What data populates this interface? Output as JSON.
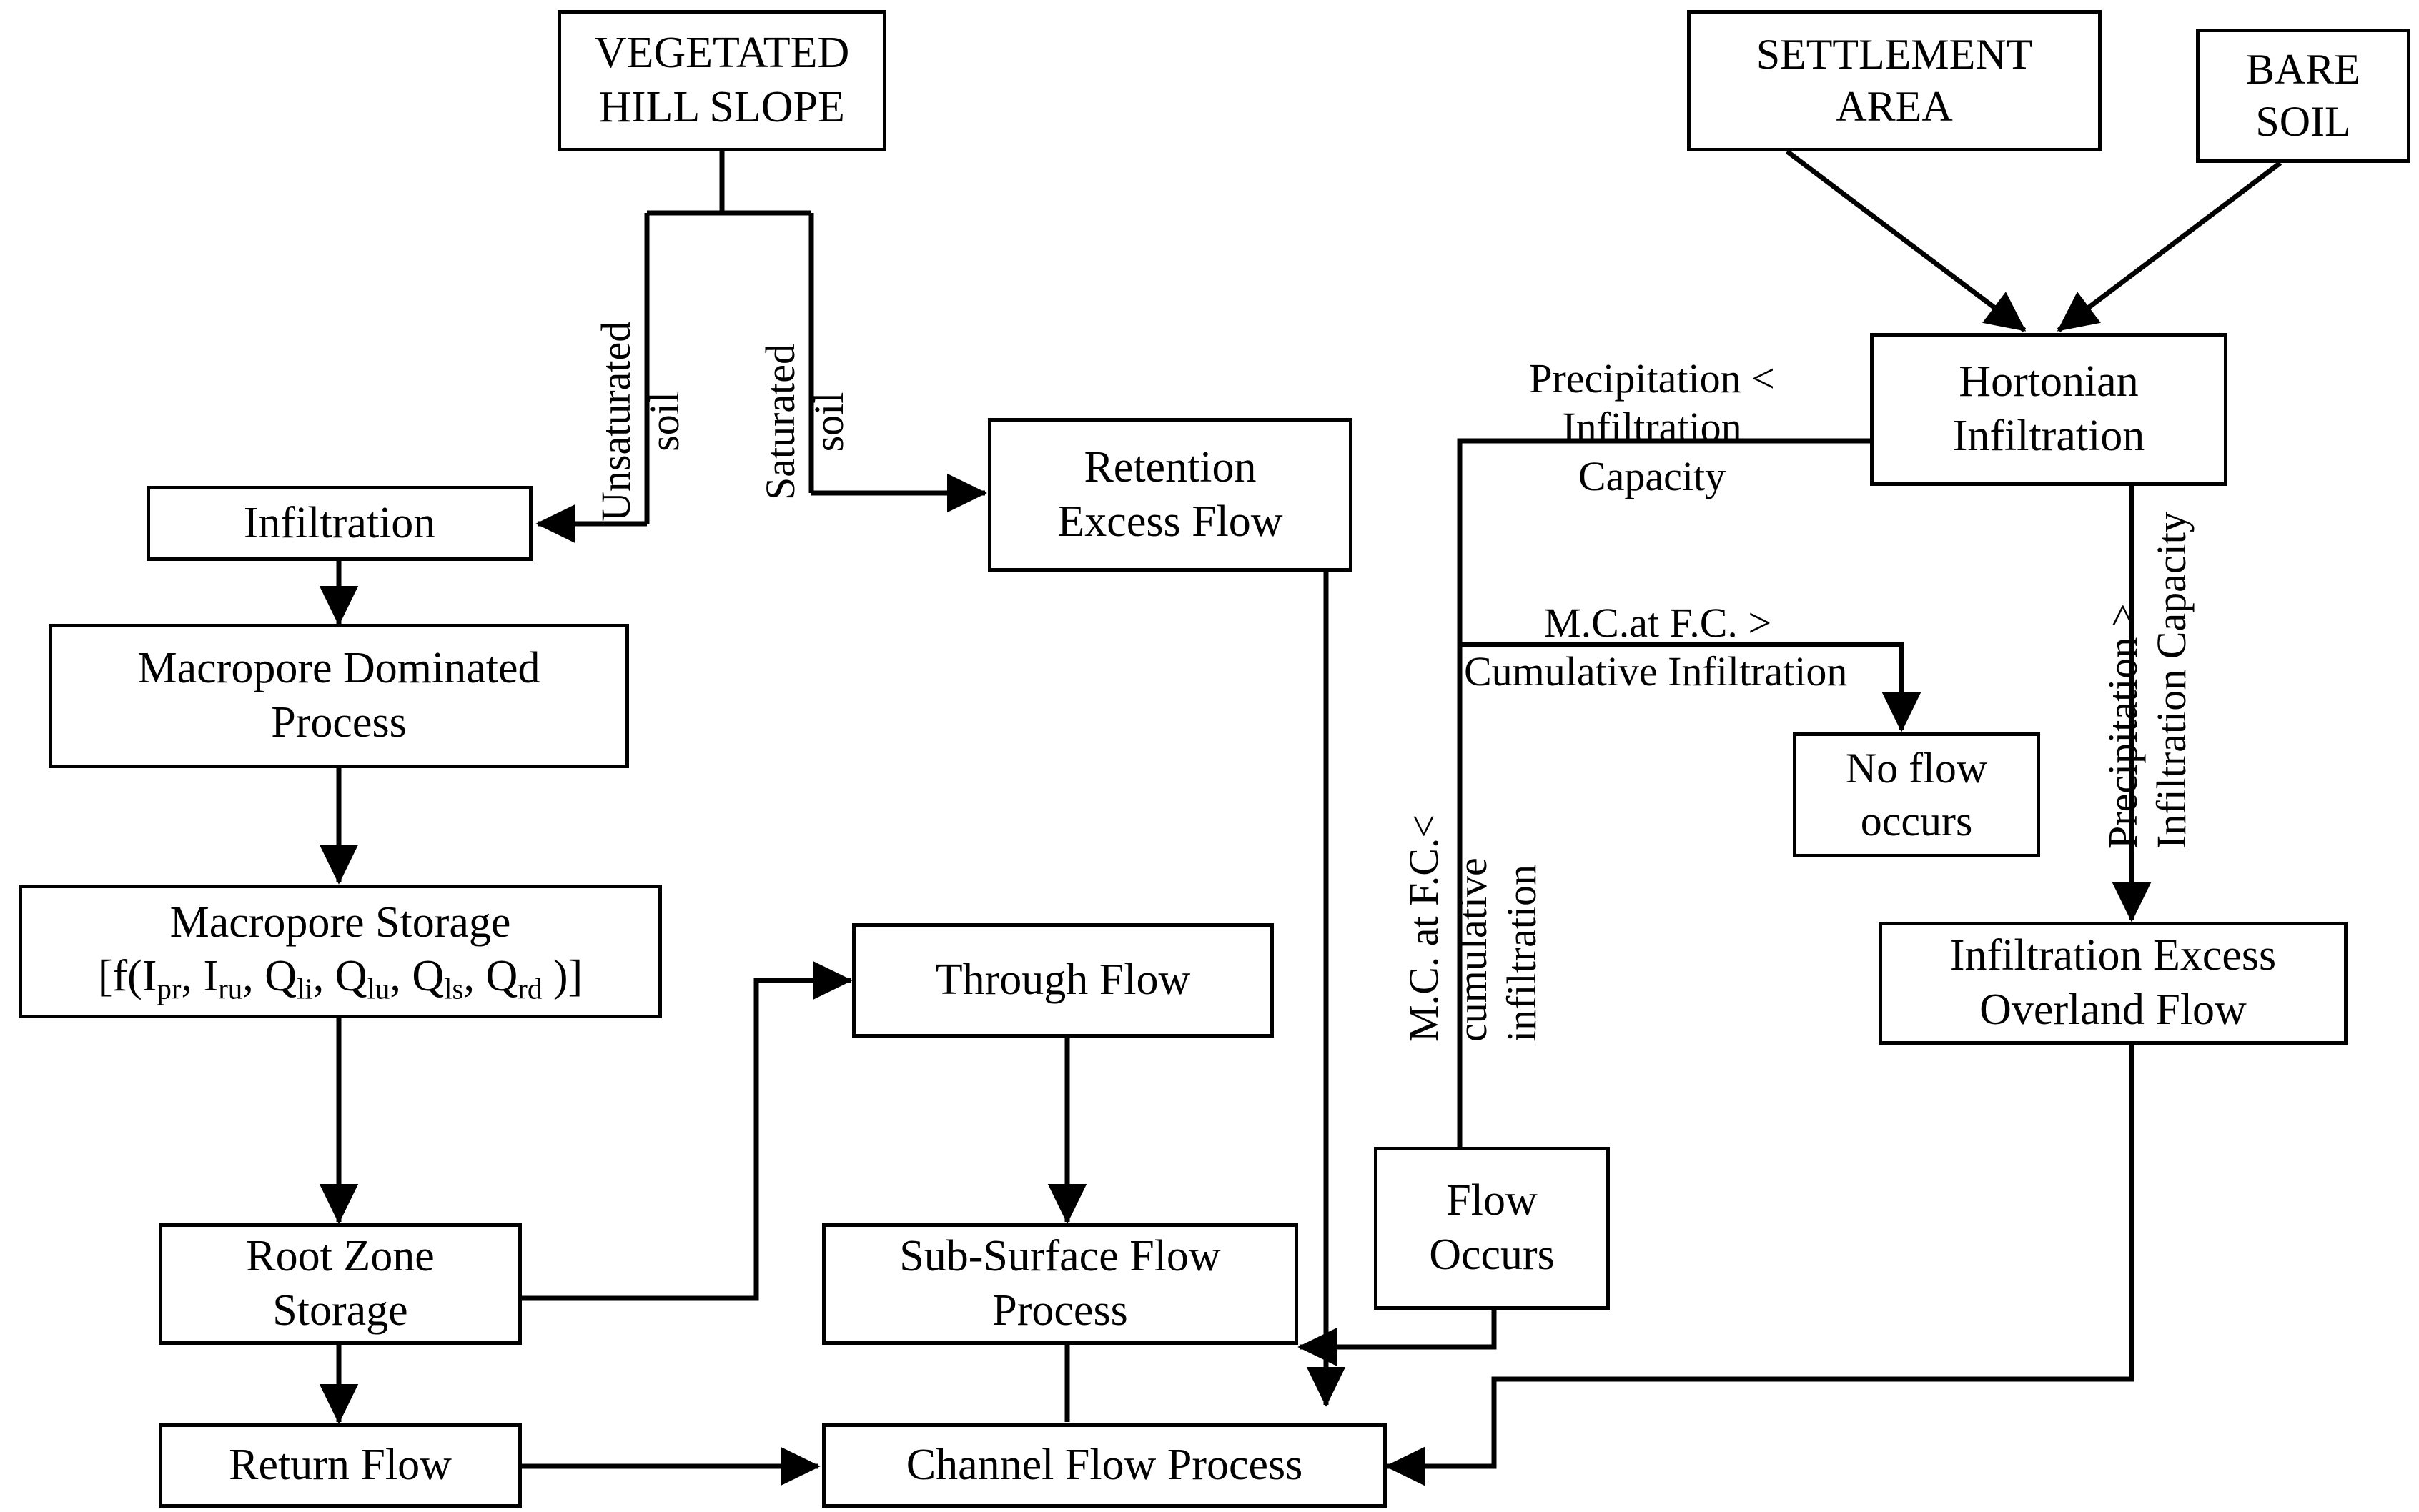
{
  "diagram": {
    "title": "Hydrological Runoff Generation Process Flowchart",
    "line_color": "#000000",
    "box_fill": "#ffffff",
    "nodes": {
      "vegetated_hill_slope": {
        "line1": "VEGETATED",
        "line2": "HILL SLOPE"
      },
      "settlement_area": {
        "line1": "SETTLEMENT",
        "line2": "AREA"
      },
      "bare_soil": {
        "line1": "BARE",
        "line2": "SOIL"
      },
      "hortonian_infiltration": {
        "line1": "Hortonian",
        "line2": "Infiltration"
      },
      "infiltration": {
        "line1": "Infiltration"
      },
      "retention_excess_flow": {
        "line1": "Retention",
        "line2": "Excess Flow"
      },
      "macropore_dominated_process": {
        "line1": "Macropore Dominated",
        "line2": "Process"
      },
      "macropore_storage": {
        "line1": "Macropore Storage",
        "formula_prefix": "[f(I",
        "formula_full": "[f(Ipr, Iru, Qli, Qlu, Qls, Qrd )]"
      },
      "no_flow_occurs": {
        "line1": "No flow",
        "line2": "occurs"
      },
      "infiltration_excess_overland_flow": {
        "line1": "Infiltration  Excess",
        "line2": "Overland Flow"
      },
      "through_flow": {
        "line1": "Through Flow"
      },
      "flow_occurs": {
        "line1": "Flow",
        "line2": "Occurs"
      },
      "root_zone_storage": {
        "line1": "Root Zone",
        "line2": "Storage"
      },
      "sub_surface_flow_process": {
        "line1": "Sub-Surface Flow",
        "line2": "Process"
      },
      "return_flow": {
        "line1": "Return Flow"
      },
      "channel_flow_process": {
        "line1": "Channel Flow Process"
      }
    },
    "edge_labels": {
      "unsaturated_soil": {
        "line1": "Unsaturated",
        "line2": "soil"
      },
      "saturated_soil": {
        "line1": "Saturated",
        "line2": "soil"
      },
      "precipitation_lt_capacity": {
        "line1": "Precipitation  <",
        "line2": "Infiltration",
        "line3": "Capacity"
      },
      "precipitation_gt_capacity": {
        "line1": "Precipitation  >",
        "line2": "Infiltration Capacity"
      },
      "mc_gt_cumulative": {
        "line1": "M.C.at F.C.  >",
        "line2": "Cumulative Infiltration"
      },
      "mc_lt_cumulative": {
        "line1": "M.C. at F.C.<",
        "line2": "cumulative",
        "line3": "infiltration"
      }
    },
    "macropore_formula_tokens": [
      {
        "base": "[f(I",
        "sub": "pr",
        "tail": ","
      },
      {
        "base": "I",
        "sub": "ru",
        "tail": ","
      },
      {
        "base": "Q",
        "sub": "li",
        "tail": ","
      },
      {
        "base": "Q",
        "sub": "lu",
        "tail": ","
      },
      {
        "base": "Q",
        "sub": "ls",
        "tail": ","
      },
      {
        "base": "Q",
        "sub": "rd",
        "tail": " )]"
      }
    ]
  }
}
